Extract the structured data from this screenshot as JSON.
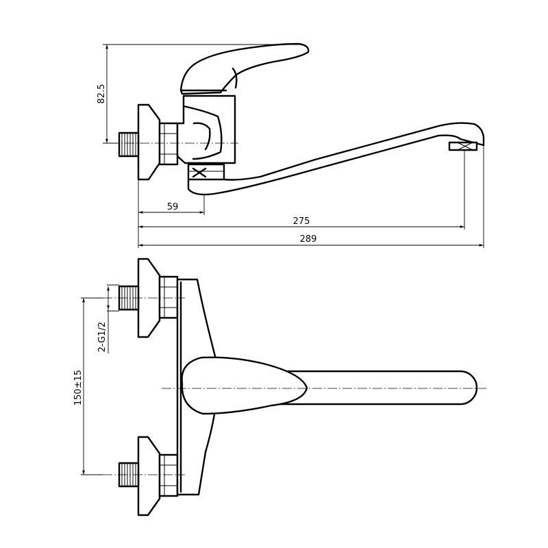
{
  "drawing": {
    "top_view": {
      "dim_handle_height": "82.5",
      "dim_inlet_to_spout_base": "59",
      "dim_spout_reach": "275",
      "dim_overall_length": "289"
    },
    "front_view": {
      "dim_thread": "2-G1/2",
      "dim_inlet_spacing": "150±15"
    }
  }
}
